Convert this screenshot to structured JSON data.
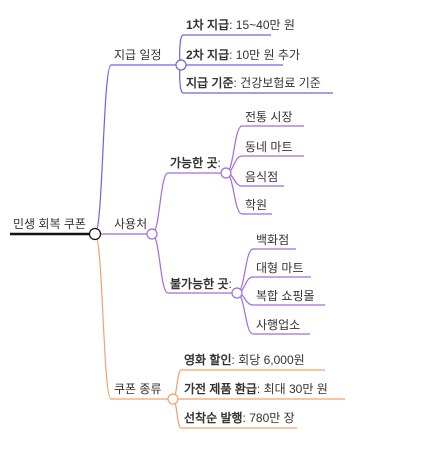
{
  "colors": {
    "root": "#111111",
    "blue": "#6a63e6",
    "purple": "#a36bdc",
    "orange": "#f5a06b"
  },
  "mindmap": {
    "root": {
      "label": "민생 회복 쿠폰"
    },
    "branches": [
      {
        "label": "지급 일정",
        "children": [
          {
            "bold": "1차 지급",
            "rest": ": 15~40만 원"
          },
          {
            "bold": "2차 지급",
            "rest": ": 10만 원 추가"
          },
          {
            "bold": "지급 기준",
            "rest": ": 건강보험료 기준"
          }
        ]
      },
      {
        "label": "사용처",
        "groups": [
          {
            "label": "가능한 곳",
            "suffix": ":",
            "children": [
              "전통 시장",
              "동네 마트",
              "음식점",
              "학원"
            ]
          },
          {
            "label": "불가능한 곳",
            "suffix": ":",
            "children": [
              "백화점",
              "대형 마트",
              "복합 쇼핑몰",
              "사행업소"
            ]
          }
        ]
      },
      {
        "label": "쿠폰 종류",
        "children": [
          {
            "bold": "영화 할인",
            "rest": ": 회당 6,000원"
          },
          {
            "bold": "가전 제품 환급",
            "rest": ": 최대 30만 원"
          },
          {
            "bold": "선착순 발행",
            "rest": ": 780만 장"
          }
        ]
      }
    ]
  }
}
